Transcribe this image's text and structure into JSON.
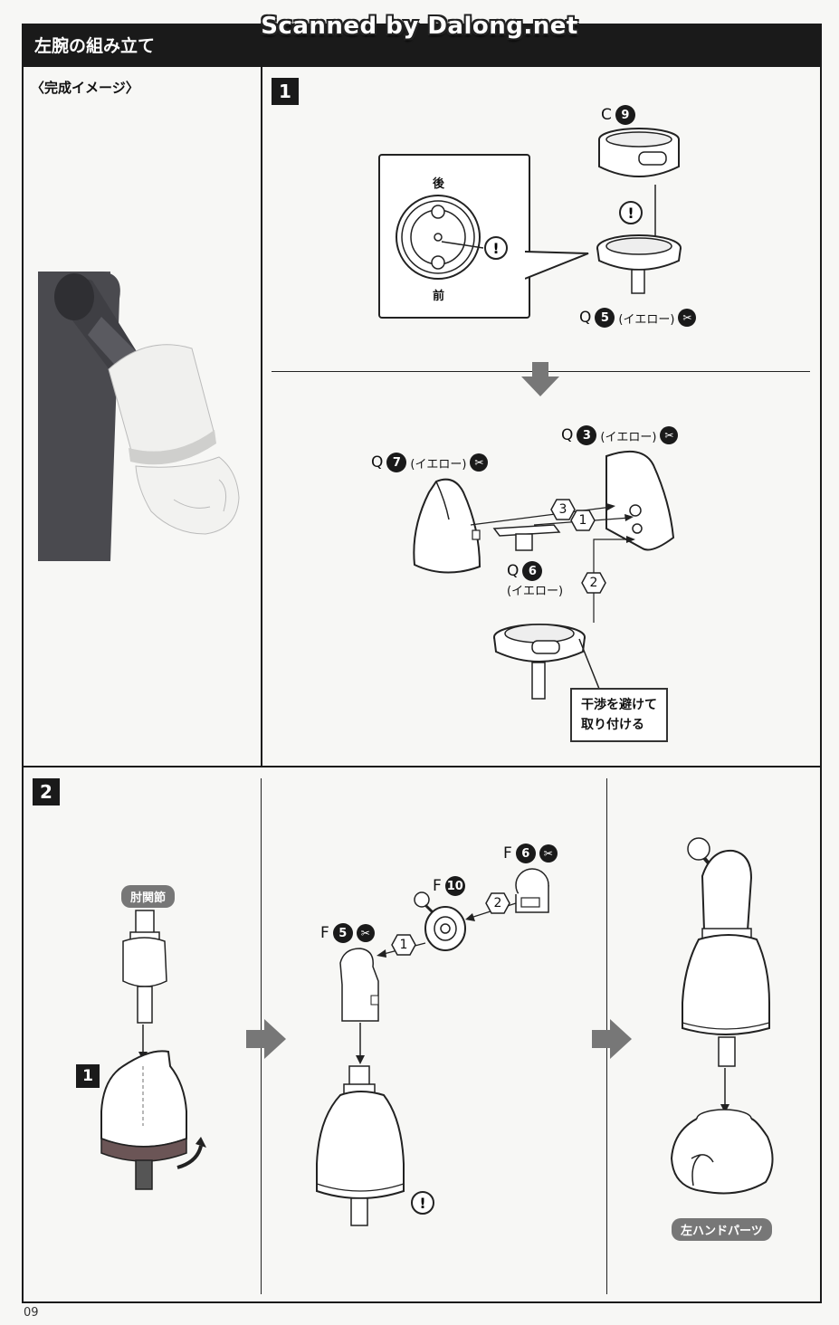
{
  "watermark": "Scanned by Dalong.net",
  "header": {
    "title": "左腕の組み立て"
  },
  "completed": {
    "label": "〈完成イメージ〉"
  },
  "step1": {
    "badge": "1",
    "detail": {
      "back": "後",
      "front": "前"
    },
    "parts": {
      "c9": {
        "letter": "C",
        "num": "9"
      },
      "q5": {
        "letter": "Q",
        "num": "5",
        "note": "(イエロー)"
      },
      "q3": {
        "letter": "Q",
        "num": "3",
        "note": "(イエロー)"
      },
      "q7": {
        "letter": "Q",
        "num": "7",
        "note": "(イエロー)"
      },
      "q6": {
        "letter": "Q",
        "num": "6",
        "note": "(イエロー)"
      }
    },
    "order": {
      "a": "3",
      "b": "1",
      "c": "2"
    },
    "note_line1": "干渉を避けて",
    "note_line2": "取り付ける"
  },
  "step2": {
    "badge": "2",
    "elbow_label": "肘関節",
    "sub_badge": "1",
    "parts": {
      "f6": {
        "letter": "F",
        "num": "6"
      },
      "f10": {
        "letter": "F",
        "num": "10"
      },
      "f5": {
        "letter": "F",
        "num": "5"
      }
    },
    "order": {
      "a": "2",
      "b": "1"
    },
    "hand_label": "左ハンドパーツ"
  },
  "page_number": "09",
  "colors": {
    "ink": "#1a1a1a",
    "arm_dark": "#4a4a4f",
    "glove": "#eeeeec",
    "band": "#6b5556"
  }
}
